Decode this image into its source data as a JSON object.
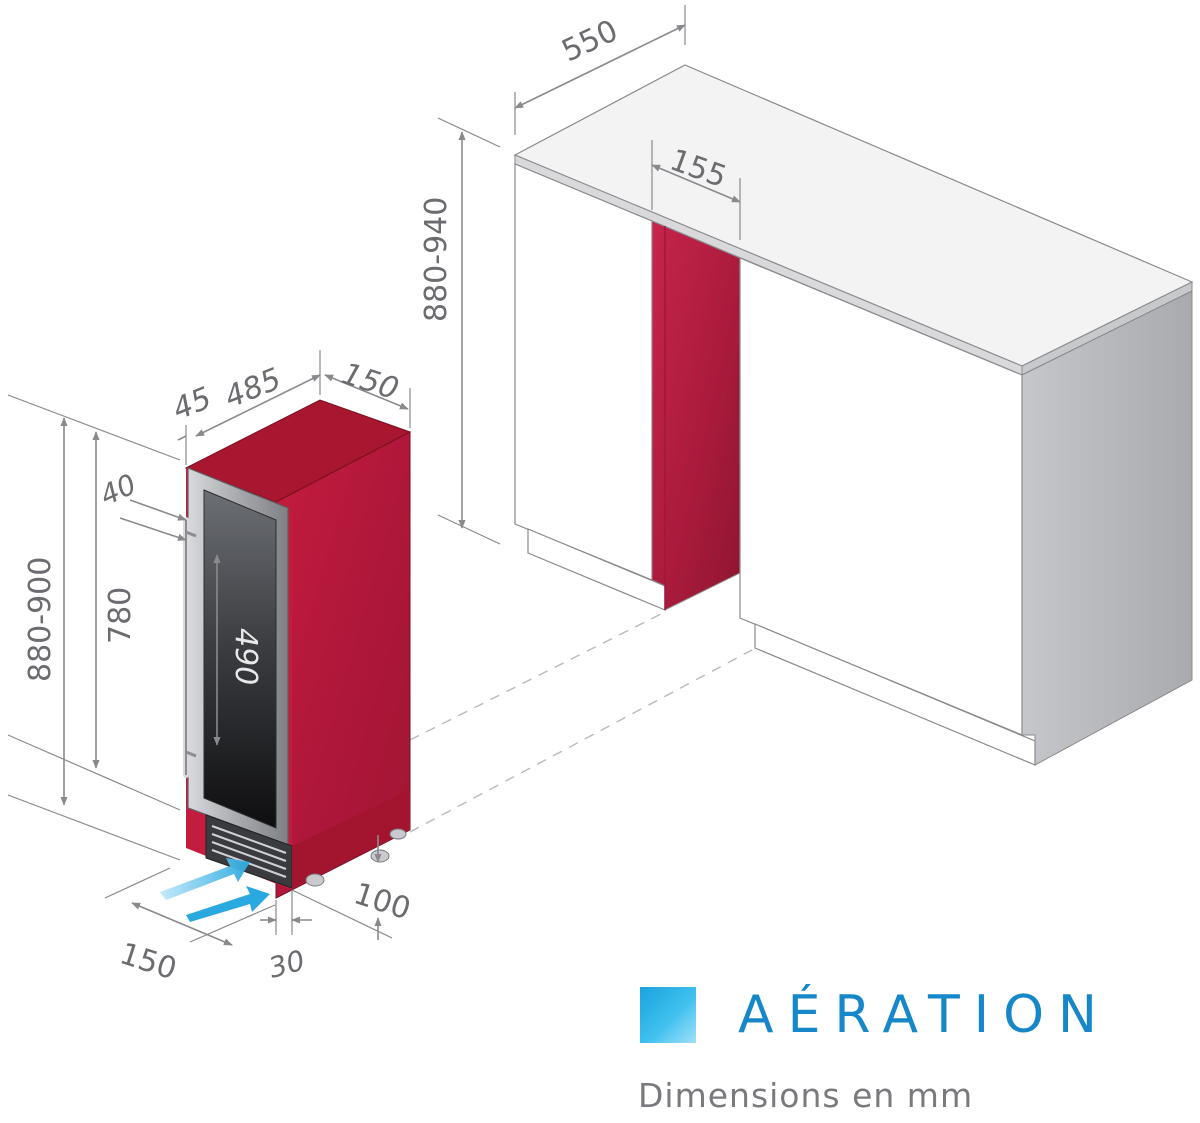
{
  "dimensions": {
    "cabinet_depth": "550",
    "niche_width": "155",
    "niche_height": "880-940",
    "door_offset": "45",
    "cooler_depth": "485",
    "cooler_width": "150",
    "handle_depth": "40",
    "total_height": "880-900",
    "body_height": "780",
    "glass_height": "490",
    "vent_height": "100",
    "vent_width": "150",
    "vent_depth": "30"
  },
  "legend": {
    "label": "AÉRATION",
    "swatch_color": "#29b0e6"
  },
  "units_note": "Dimensions en mm",
  "colors": {
    "cabinet_top": "#f2f2f2",
    "cabinet_front": "#ffffff",
    "cabinet_side": "#b9babd",
    "niche": "#b51f44",
    "cooler_front": "#c41c3e",
    "cooler_side": "#a8162f",
    "accent_text": "#1688c9"
  }
}
